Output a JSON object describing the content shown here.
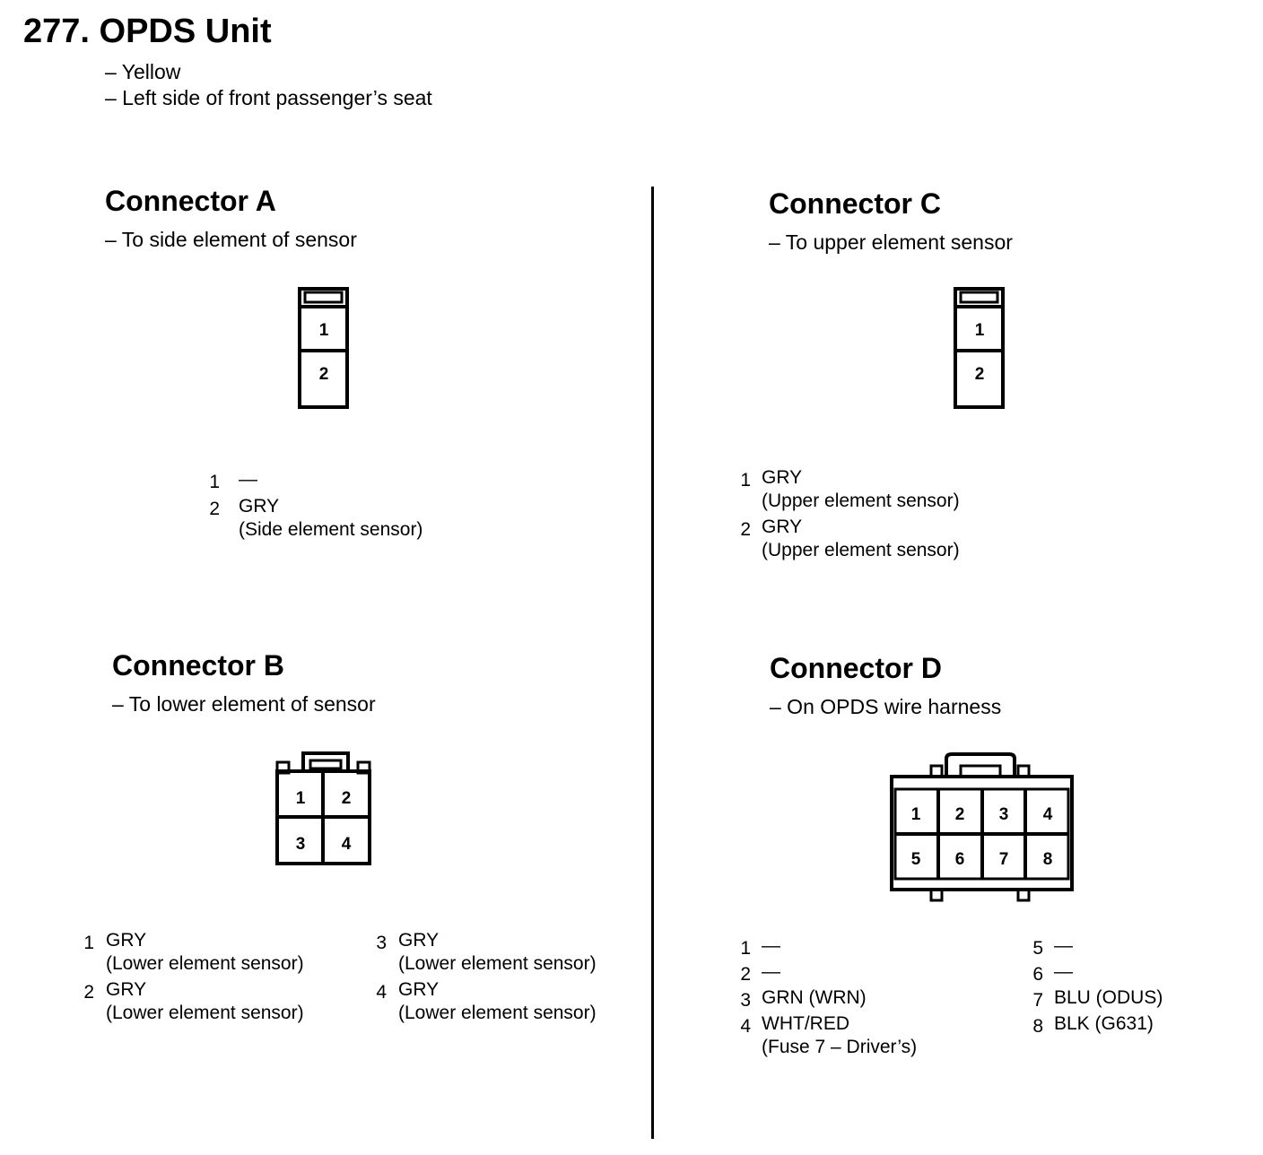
{
  "header": {
    "title": "277. OPDS Unit",
    "lines": [
      "– Yellow",
      "– Left side of front passenger’s seat"
    ]
  },
  "connectors": {
    "a": {
      "title": "Connector A",
      "subtitle": "– To side element of sensor",
      "cells": [
        "1",
        "2"
      ],
      "pins": [
        {
          "num": "1",
          "text": "—",
          "note": ""
        },
        {
          "num": "2",
          "text": "GRY",
          "note": "(Side element sensor)"
        }
      ]
    },
    "b": {
      "title": "Connector B",
      "subtitle": "– To lower element of sensor",
      "cells": [
        "1",
        "2",
        "3",
        "4"
      ],
      "pins": [
        {
          "num": "1",
          "text": "GRY",
          "note": "(Lower element sensor)"
        },
        {
          "num": "2",
          "text": "GRY",
          "note": "(Lower element sensor)"
        },
        {
          "num": "3",
          "text": "GRY",
          "note": "(Lower element sensor)"
        },
        {
          "num": "4",
          "text": "GRY",
          "note": "(Lower element sensor)"
        }
      ]
    },
    "c": {
      "title": "Connector C",
      "subtitle": "– To upper element sensor",
      "cells": [
        "1",
        "2"
      ],
      "pins": [
        {
          "num": "1",
          "text": "GRY",
          "note": "(Upper element sensor)"
        },
        {
          "num": "2",
          "text": "GRY",
          "note": "(Upper element sensor)"
        }
      ]
    },
    "d": {
      "title": "Connector D",
      "subtitle": "– On OPDS wire harness",
      "cells": [
        "1",
        "2",
        "3",
        "4",
        "5",
        "6",
        "7",
        "8"
      ],
      "pins": [
        {
          "num": "1",
          "text": "—",
          "note": ""
        },
        {
          "num": "2",
          "text": "—",
          "note": ""
        },
        {
          "num": "3",
          "text": "GRN (WRN)",
          "note": ""
        },
        {
          "num": "4",
          "text": "WHT/RED",
          "note": "(Fuse 7 – Driver’s)"
        },
        {
          "num": "5",
          "text": "—",
          "note": ""
        },
        {
          "num": "6",
          "text": "—",
          "note": ""
        },
        {
          "num": "7",
          "text": "BLU (ODUS)",
          "note": ""
        },
        {
          "num": "8",
          "text": "BLK (G631)",
          "note": ""
        }
      ]
    }
  }
}
